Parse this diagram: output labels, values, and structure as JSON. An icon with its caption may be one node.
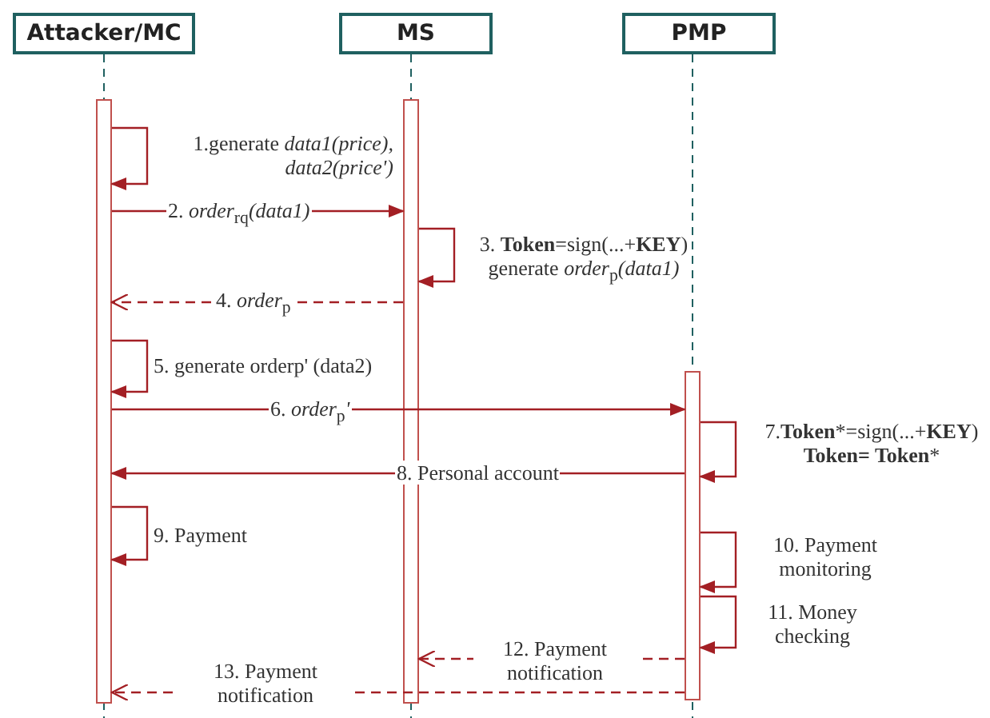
{
  "diagram": {
    "nodes": [
      {
        "text": [
          "Attacker/MC"
        ]
      },
      {
        "text": [
          "MS"
        ]
      },
      {
        "text": [
          "PMP"
        ]
      },
      {
        "text": [],
        "shape": "bar"
      },
      {
        "text": [],
        "shape": "bar"
      },
      {
        "text": [],
        "shape": "bar"
      }
    ],
    "edges": [
      {
        "from": 3,
        "to": 3,
        "arrow": "to",
        "label": "1.generate *data1(price), data2(price')*"
      },
      {
        "from": 3,
        "to": 4,
        "arrow": "to",
        "label": "2. *order*$_{rq}$*(data1)*"
      },
      {
        "from": 4,
        "to": 4,
        "arrow": "to",
        "label": "3. **Token**=sign(...+**KEY**) generate *order*$_{p}$*(data1)*"
      },
      {
        "from": 4,
        "to": 3,
        "arrow": "to",
        "style": "dashed",
        "label": "4. *order*$_{p}$"
      },
      {
        "from": 3,
        "to": 3,
        "arrow": "to",
        "label": "5. generate orderp' (data2)"
      },
      {
        "from": 3,
        "to": 5,
        "arrow": "to",
        "label": "6. *order*$_{p}$*'*"
      },
      {
        "from": 5,
        "to": 5,
        "arrow": "to",
        "label": "7.**Token***=sign(...+**KEY**) **Token= Token***"
      },
      {
        "from": 5,
        "to": 3,
        "arrow": "to",
        "label": "8. Personal account"
      },
      {
        "from": 3,
        "to": 3,
        "arrow": "to",
        "label": "9. Payment"
      },
      {
        "from": 5,
        "to": 5,
        "arrow": "to",
        "label": "10. Payment monitoring"
      },
      {
        "from": 5,
        "to": 5,
        "arrow": "to",
        "label": "11. Money checking"
      },
      {
        "from": 5,
        "to": 4,
        "arrow": "to",
        "style": "dashed",
        "label": "12. Payment notification"
      },
      {
        "from": 5,
        "to": 3,
        "arrow": "to",
        "style": "dashed",
        "label": "13. Payment notification"
      }
    ]
  }
}
